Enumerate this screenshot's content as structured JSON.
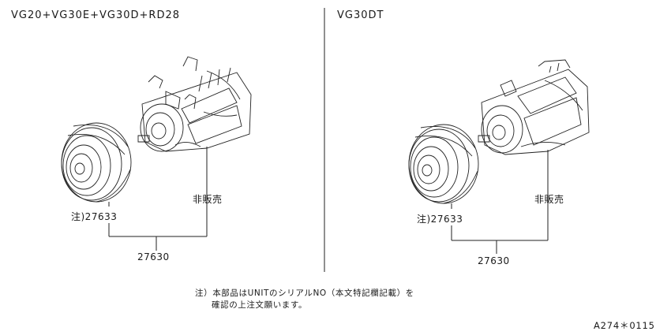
{
  "left_panel": {
    "title": "VG20+VG30E+VG30D+RD28",
    "nonsale_label": "非販売",
    "clutch_label": "注)27633",
    "assembly_label": "27630"
  },
  "right_panel": {
    "title": "VG30DT",
    "nonsale_label": "非販売",
    "clutch_label": "注)27633",
    "assembly_label": "27630"
  },
  "footnote": {
    "line1": "注）本部品はUNITのシリアルNO（本文特記欄記載）を",
    "line2": "確認の上注文願います。"
  },
  "figure_code": "A274＊0115"
}
